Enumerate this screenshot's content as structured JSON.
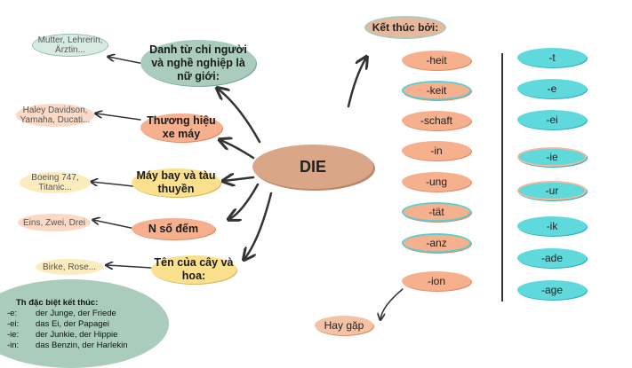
{
  "center": {
    "label": "DIE"
  },
  "categories": [
    {
      "label": "Danh từ chỉ người và nghề nghiệp là nữ giới:",
      "example": "Mutter, Lehrerin, Ärztin..."
    },
    {
      "label": "Thương hiệu xe máy",
      "example": "Haley Davidson, Yamaha, Ducati..."
    },
    {
      "label": "Máy bay và tàu thuyền",
      "example": "Boeing 747, Titanic..."
    },
    {
      "label": "N số đếm",
      "example": "Eins, Zwei, Drei"
    },
    {
      "label": "Tên của cây và hoa:",
      "example": "Birke, Rose..."
    }
  ],
  "endings_title": "Kết thúc bởi:",
  "endings_left": [
    "-heit",
    "-keit",
    "-schaft",
    "-in",
    "-ung",
    "-tät",
    "-anz",
    "-ion"
  ],
  "endings_right": [
    "-t",
    "-e",
    "-ei",
    "-ie",
    "-ur",
    "-ik",
    "-ade",
    "-age"
  ],
  "common_label": "Hay gặp",
  "special": {
    "title": "Th đặc biệt kết thúc:",
    "rows": [
      {
        "suffix": "-e:",
        "words": "der Junge, der Friede"
      },
      {
        "suffix": "-ei:",
        "words": "das Ei, der Papagei"
      },
      {
        "suffix": "-ie:",
        "words": "der Junkie, der Hippie"
      },
      {
        "suffix": "-in:",
        "words": "das Benzin, der Harlekin"
      }
    ]
  },
  "colors": {
    "orange": "#f6b08e",
    "teal": "#5fd9dc",
    "yellow": "#fbe08e",
    "sage": "#a9ccbc",
    "center": "#d9a787"
  }
}
